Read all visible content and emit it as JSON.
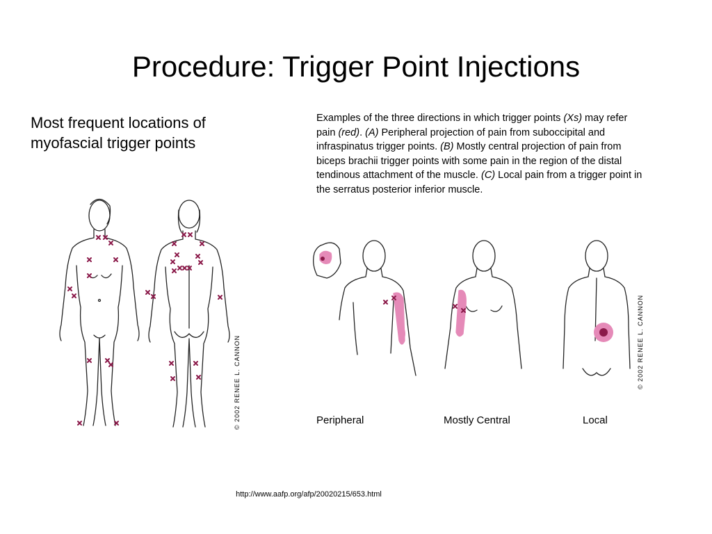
{
  "title": "Procedure: Trigger Point Injections",
  "left_caption": "Most frequent locations of myofascial trigger points",
  "right_caption": {
    "p1": "Examples of the three directions in which trigger points ",
    "xs": "(Xs)",
    "p2": " may refer pain ",
    "red": "(red)",
    "p3": ". ",
    "a": "(A)",
    "p4": " Peripheral projection of pain from suboccipital and infraspinatus trigger points. ",
    "b": "(B)",
    "p5": " Mostly central projection of pain from biceps brachii trigger points with some pain in the region of the distal tendinous attachment of the muscle. ",
    "c": "(C)",
    "p6": " Local pain from a trigger point in the serratus posterior inferior muscle."
  },
  "copyright_left": "© 2002 RENEE L. CANNON",
  "copyright_right": "© 2002 RENEE L. CANNON",
  "labels": {
    "peripheral": "Peripheral",
    "central": "Mostly Central",
    "local": "Local"
  },
  "source_url": "http://www.aafp.org/afp/20020215/653.html",
  "colors": {
    "marker": "#8b1a4a",
    "pain": "#e58ab8",
    "outline": "#222222"
  }
}
